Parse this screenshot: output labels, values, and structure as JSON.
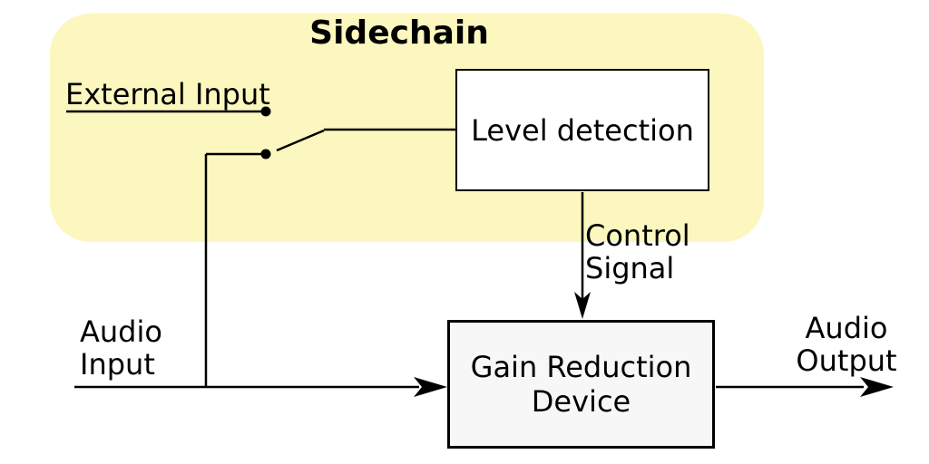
{
  "diagram": {
    "title": "Sidechain",
    "nodes": {
      "level_detection": "Level detection",
      "gain_reduction_line1": "Gain Reduction",
      "gain_reduction_line2": "Device"
    },
    "labels": {
      "external_input": "External Input",
      "audio_input_line1": "Audio",
      "audio_input_line2": "Input",
      "control_signal_line1": "Control",
      "control_signal_line2": "Signal",
      "audio_output_line1": "Audio",
      "audio_output_line2": "Output"
    },
    "colors": {
      "sidechain_background": "#FBF7BE",
      "gain_reduction_fill": "#F7F7F7",
      "level_detection_fill": "#FFFFFF",
      "line_color": "#000000"
    }
  }
}
